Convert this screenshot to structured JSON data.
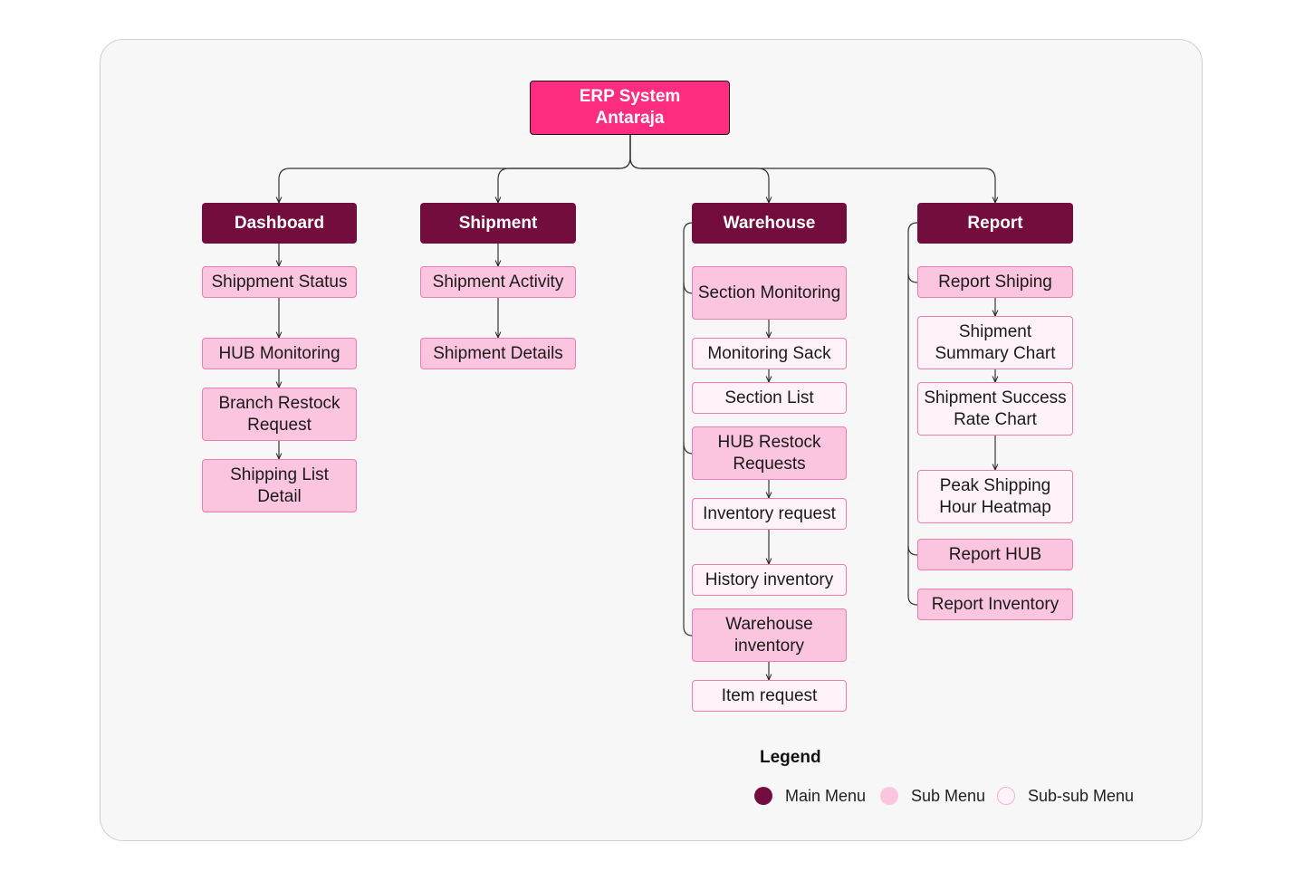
{
  "root": {
    "label": "ERP System\nAntaraja"
  },
  "main_menus": {
    "dashboard": "Dashboard",
    "shipment": "Shipment",
    "warehouse": "Warehouse",
    "report": "Report"
  },
  "dashboard_items": [
    "Shippment Status",
    "HUB Monitoring",
    "Branch Restock Request",
    "Shipping List Detail"
  ],
  "shipment_items": [
    "Shipment Activity",
    "Shipment Details"
  ],
  "warehouse_items": [
    "Section Monitoring",
    "Monitoring Sack",
    "Section List",
    "HUB Restock Requests",
    "Inventory request",
    "History inventory",
    "Warehouse inventory",
    "Item request"
  ],
  "report_items": [
    "Report Shiping",
    "Shipment Summary Chart",
    "Shipment Success Rate Chart",
    "Peak Shipping Hour Heatmap",
    "Report HUB",
    "Report Inventory"
  ],
  "legend": {
    "title": "Legend",
    "main": "Main Menu",
    "sub": "Sub Menu",
    "subsub": "Sub-sub Menu"
  },
  "colors": {
    "root": "#ff2d80",
    "main": "#730d3d",
    "sub": "#fcc5df",
    "subsub": "#fff2f8",
    "border": "#f07cb2"
  }
}
